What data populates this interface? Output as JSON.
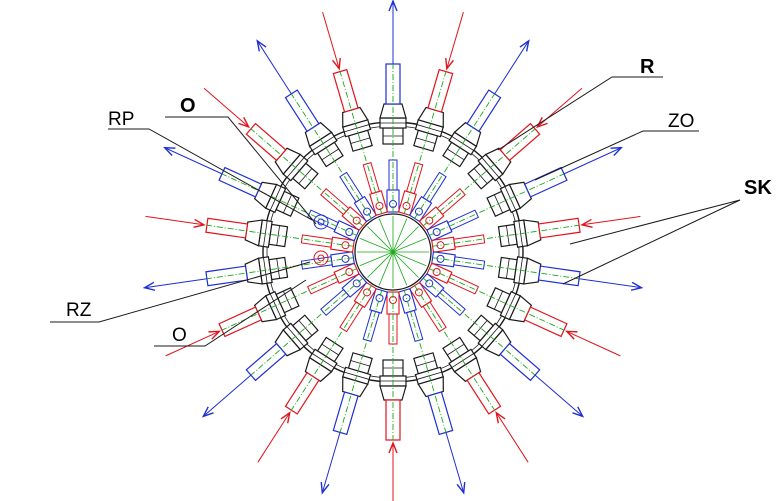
{
  "colors": {
    "outline": "#1a1a1a",
    "red": "#e0141c",
    "blue": "#1f2fd1",
    "green": "#1aa81a"
  },
  "labels": {
    "R": "R",
    "O_top": "O",
    "RP": "RP",
    "ZO": "ZO",
    "SK": "SK",
    "RZ": "RZ",
    "O_bottom": "O"
  }
}
